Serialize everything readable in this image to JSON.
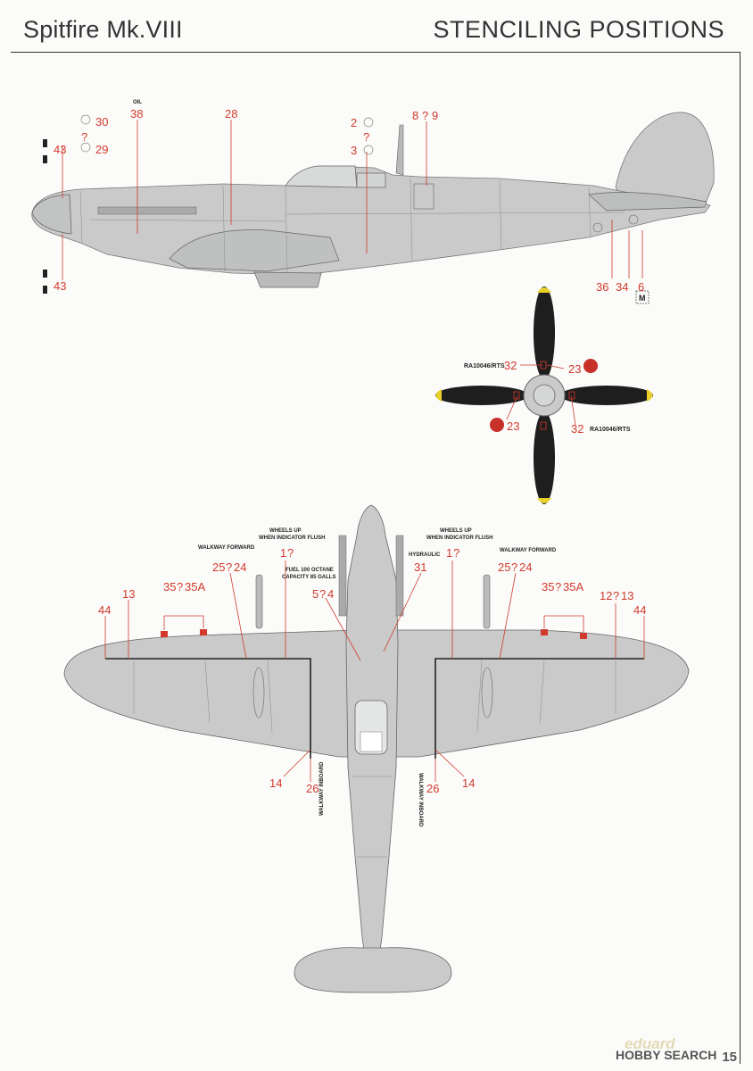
{
  "header": {
    "title": "Spitfire Mk.VIII",
    "section": "STENCILING POSITIONS"
  },
  "side_view": {
    "callouts": {
      "n30": "30",
      "n29": "29",
      "n38": "38",
      "n28": "28",
      "n2": "2",
      "n3": "3",
      "q23": "?",
      "n8": "8",
      "q89": "?",
      "n9": "9",
      "n43a": "43",
      "n43b": "43",
      "n36": "36",
      "n34": "34",
      "n6": "6",
      "q2930": "?"
    },
    "texts": {
      "oil": "OIL",
      "m_box": "M"
    }
  },
  "propeller": {
    "n32a": "32",
    "n23a": "23",
    "n23b": "23",
    "n32b": "32",
    "ra_top": "RA10046/RTS",
    "ra_bottom": "RA10046/RTS"
  },
  "plan_view": {
    "labels": {
      "wheels_up_l1": "WHEELS UP",
      "wheels_up_l2": "WHEN INDICATOR FLUSH",
      "wheels_up_r1": "WHEELS UP",
      "wheels_up_r2": "WHEN INDICATOR FLUSH",
      "walkway_fwd_l": "WALKWAY FORWARD",
      "walkway_fwd_r": "WALKWAY FORWARD",
      "fuel_1": "FUEL 100 OCTANE",
      "fuel_2": "CAPACITY 85 GALLS",
      "hydraulic": "HYDRAULIC",
      "walkway_inboard": "WALKWAY INBOARD",
      "walkway_inboard_r": "WALKWAY INBOARD"
    },
    "callouts": {
      "n1a": "1",
      "q1a": "?",
      "n1b": "1",
      "q1b": "?",
      "n25a": "25",
      "q25a": "?",
      "n24a": "24",
      "n25b": "25",
      "q25b": "?",
      "n24b": "24",
      "n35a": "35",
      "q35a": "?",
      "n35Aa": "35A",
      "n35b": "35",
      "q35b": "?",
      "n35Ab": "35A",
      "n5": "5",
      "q54": "?",
      "n4": "4",
      "n31": "31",
      "n13a": "13",
      "n44a": "44",
      "n12": "12",
      "q1213": "?",
      "n13b": "13",
      "n44b": "44",
      "n14a": "14",
      "n26a": "26",
      "n26b": "26",
      "n14b": "14"
    }
  },
  "footer": {
    "brand": "eduard",
    "watermark": "HOBBY SEARCH",
    "page": "15"
  },
  "colors": {
    "aircraft_grey": "#c9cac9",
    "callout_red": "#d23a2e",
    "prop_black": "#1e1e1e",
    "prop_tip_yellow": "#e8d02a"
  }
}
